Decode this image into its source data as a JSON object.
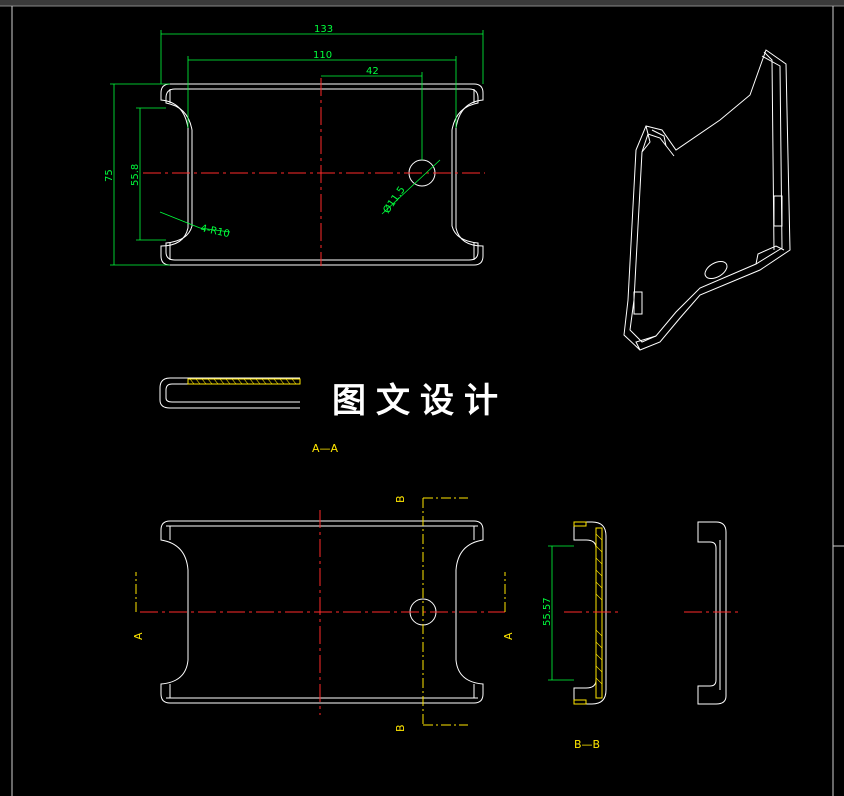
{
  "dimensions": {
    "overall_width": "133",
    "inner_width": "110",
    "hole_offset": "42",
    "overall_height": "75",
    "inner_height": "55.8",
    "corner_radius": "4-R10",
    "hole_diameter": "Ø11.5",
    "section_height": "55.57"
  },
  "labels": {
    "section_aa": "A—A",
    "section_bb": "B—B",
    "cut_a_left": "A",
    "cut_a_right": "A",
    "cut_b_top": "B",
    "cut_b_bottom": "B"
  },
  "watermark": "图文设计",
  "colors": {
    "background": "#000000",
    "outline": "#ffffff",
    "dimension": "#00ff3c",
    "centerline": "#ff2a2a",
    "section_label": "#ffe600"
  }
}
